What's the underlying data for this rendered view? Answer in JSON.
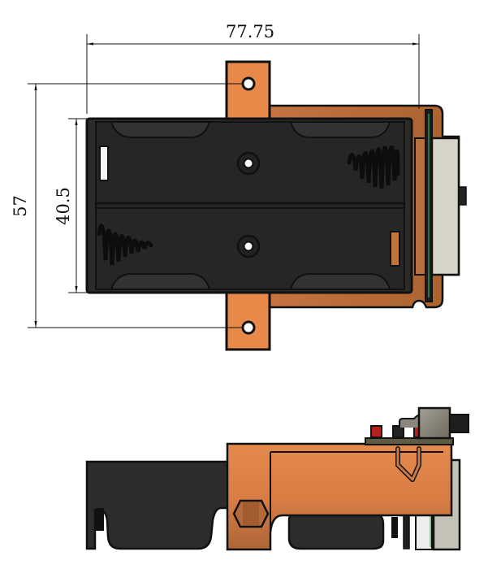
{
  "drawing": {
    "title": "Dual battery holder with switch board",
    "views": [
      "top-view",
      "side-view"
    ],
    "colors": {
      "outline": "#111111",
      "holder_body": "#2b2b2a",
      "holder_dark": "#1c1c1b",
      "bracket_orange": "#e8894a",
      "bracket_shadow": "#b8683a",
      "switch_grey": "#d6d3c8",
      "pcb_olive": "#5e5a44",
      "component_red": "#b3201f",
      "pcb_trace_green": "#3fa65a"
    }
  },
  "dimensions": {
    "overall_width": "77.75",
    "overall_height": "57",
    "holder_height": "40.5"
  }
}
